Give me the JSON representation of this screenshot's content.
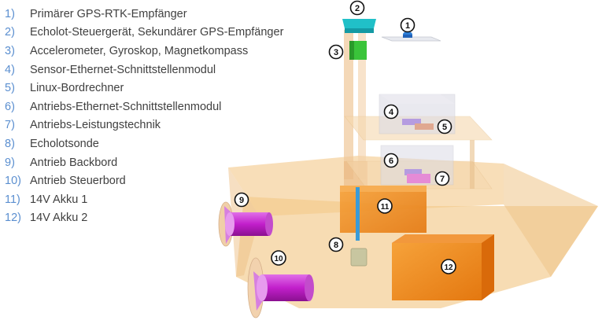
{
  "legend": [
    {
      "num": "1)",
      "label": "Primärer GPS-RTK-Empfänger"
    },
    {
      "num": "2)",
      "label": "Echolot-Steuergerät, Sekundärer GPS-Empfänger"
    },
    {
      "num": "3)",
      "label": "Accelerometer, Gyroskop, Magnetkompass"
    },
    {
      "num": "4)",
      "label": "Sensor-Ethernet-Schnittstellenmodul"
    },
    {
      "num": "5)",
      "label": "Linux-Bordrechner"
    },
    {
      "num": "6)",
      "label": "Antriebs-Ethernet-Schnittstellenmodul"
    },
    {
      "num": "7)",
      "label": "Antriebs-Leistungstechnik"
    },
    {
      "num": "8)",
      "label": "Echolotsonde"
    },
    {
      "num": "9)",
      "label": "Antrieb Backbord"
    },
    {
      "num": "10)",
      "label": "Antrieb Steuerbord"
    },
    {
      "num": "11)",
      "label": "14V Akku 1"
    },
    {
      "num": "12)",
      "label": "14V Akku 2"
    }
  ],
  "markers": {
    "m1": "1",
    "m2": "2",
    "m3": "3",
    "m4": "4",
    "m5": "5",
    "m6": "6",
    "m7": "7",
    "m8": "8",
    "m9": "9",
    "m10": "10",
    "m11": "11",
    "m12": "12"
  },
  "colors": {
    "hull": "#f3c98a",
    "battery": "#f28c1e",
    "thruster": "#c020c8",
    "number_text": "#5b8fd0",
    "label_text": "#404040"
  }
}
